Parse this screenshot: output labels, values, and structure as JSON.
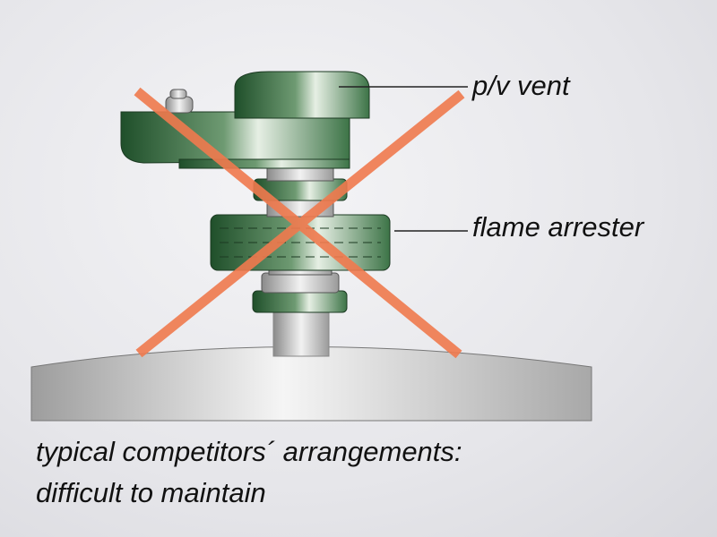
{
  "labels": {
    "pv_vent": "p/v vent",
    "flame_arrester": "flame arrester"
  },
  "caption": {
    "line1": "typical competitors´ arrangements:",
    "line2": "difficult to maintain"
  },
  "colors": {
    "cross": "#f07a4e",
    "component_green": "#2f6b3c",
    "tank_gray": "#b8b8b8"
  }
}
